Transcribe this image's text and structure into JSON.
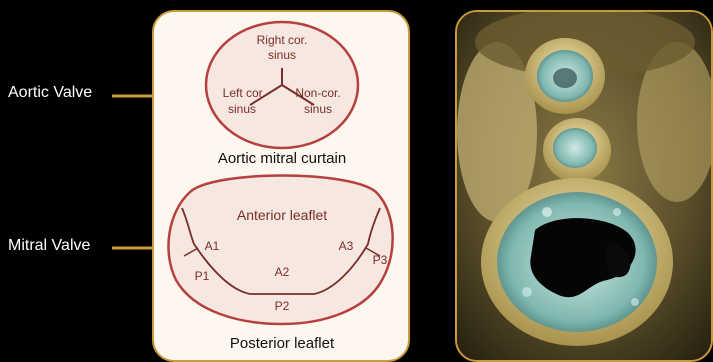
{
  "side_labels": {
    "aortic": "Aortic Valve",
    "mitral": "Mitral Valve"
  },
  "aortic_diagram": {
    "right_cor_line1": "Right cor.",
    "right_cor_line2": "sinus",
    "left_cor_line1": "Left cor.",
    "left_cor_line2": "sinus",
    "non_cor_line1": "Non-cor.",
    "non_cor_line2": "sinus",
    "curtain_label": "Aortic mitral curtain"
  },
  "mitral_diagram": {
    "anterior_label": "Anterior leaflet",
    "posterior_label": "Posterior leaflet",
    "A1": "A1",
    "A2": "A2",
    "A3": "A3",
    "P1": "P1",
    "P2": "P2",
    "P3": "P3"
  },
  "colors": {
    "accent_border": "#c79a3a",
    "valve_outline": "#b5413f",
    "panel_fill": "#fdf7ef",
    "label_text": "#7a2e2b"
  }
}
